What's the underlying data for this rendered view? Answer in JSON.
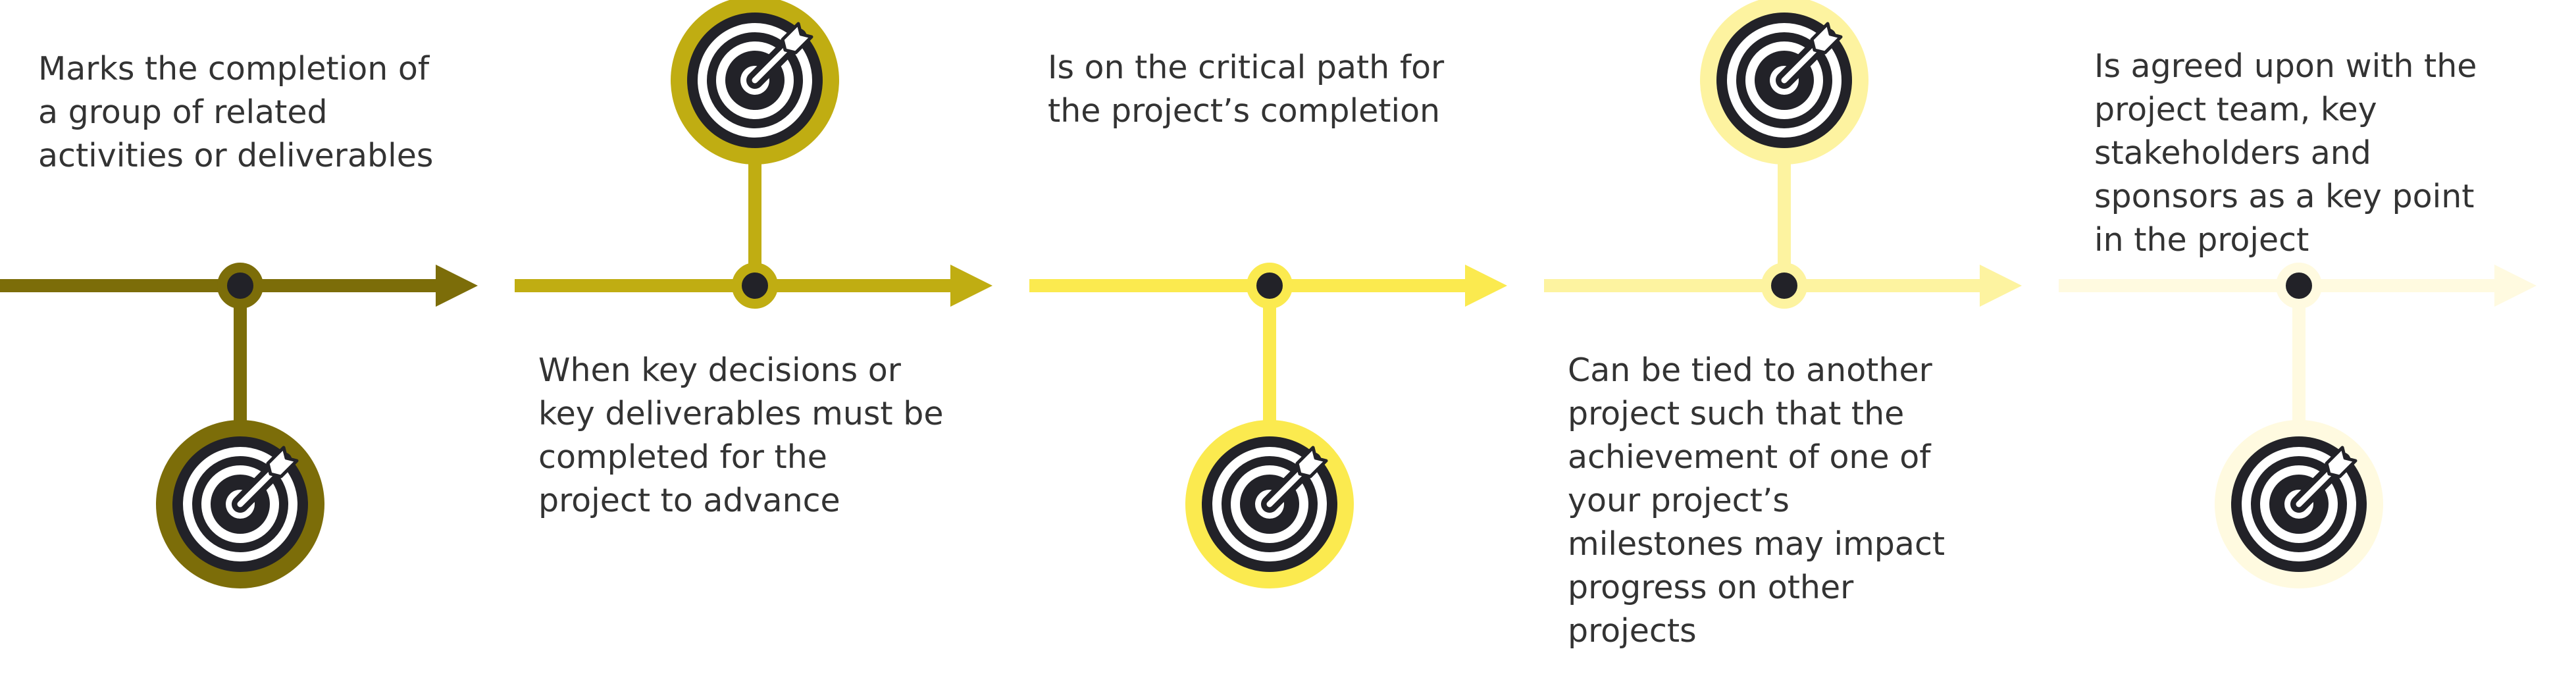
{
  "milestones": [
    {
      "text": "Marks the completion of\na group of related\nactivities or deliverables",
      "color": "#7c6d09",
      "icon": "target-arrow-icon",
      "icon_position": "below",
      "text_position": "above"
    },
    {
      "text": "When key decisions or\nkey deliverables must be\ncompleted for the\nproject to advance",
      "color": "#c0ad12",
      "icon": "target-arrow-icon",
      "icon_position": "above",
      "text_position": "below"
    },
    {
      "text": "Is on the critical path for\nthe project’s completion",
      "color": "#fbea4f",
      "icon": "target-arrow-icon",
      "icon_position": "below",
      "text_position": "above"
    },
    {
      "text": "Can be tied to another\nproject such that the\nachievement of one of\nyour project’s\nmilestones may impact\nprogress on other\nprojects",
      "color": "#fdf3a0",
      "icon": "target-arrow-icon",
      "icon_position": "above",
      "text_position": "below"
    },
    {
      "text": "Is agreed upon with the\nproject team, key\nstakeholders and\nsponsors as a key point\nin the project",
      "color": "#fffae0",
      "icon": "target-arrow-icon",
      "icon_position": "below",
      "text_position": "above"
    }
  ],
  "colors": {
    "node_center": "#222228",
    "icon_dark": "#222228",
    "icon_light": "#ffffff",
    "text": "#333333"
  }
}
